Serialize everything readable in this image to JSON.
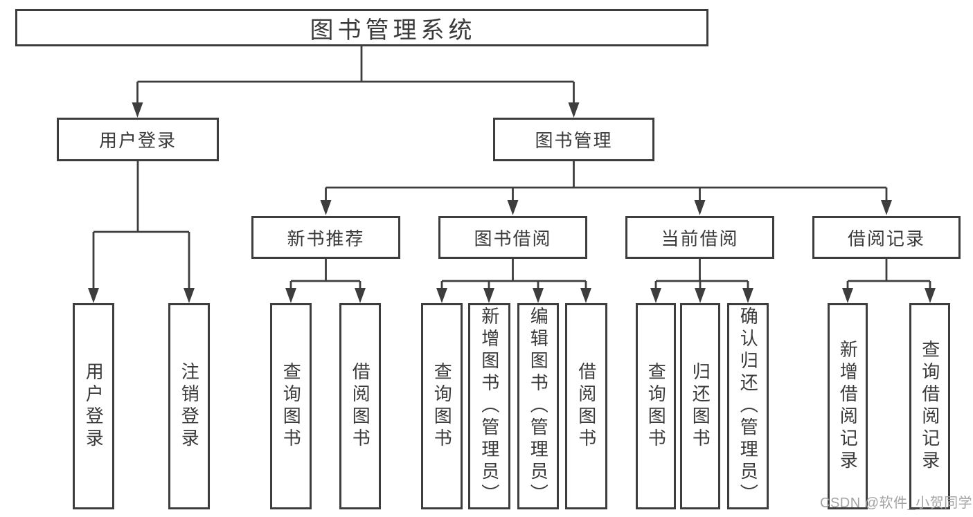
{
  "diagram": {
    "title": "图书管理系统",
    "tree": {
      "root": {
        "label": "图书管理系统"
      },
      "children": [
        {
          "label": "用户登录",
          "children": [
            {
              "label": "用户登录"
            },
            {
              "label": "注销登录"
            }
          ]
        },
        {
          "label": "图书管理",
          "children": [
            {
              "label": "新书推荐",
              "children": [
                {
                  "label": "查询图书"
                },
                {
                  "label": "借阅图书"
                }
              ]
            },
            {
              "label": "图书借阅",
              "children": [
                {
                  "label": "查询图书"
                },
                {
                  "label": "新增图书（管理员）"
                },
                {
                  "label": "编辑图书（管理员）"
                },
                {
                  "label": "借阅图书"
                }
              ]
            },
            {
              "label": "当前借阅",
              "children": [
                {
                  "label": "查询图书"
                },
                {
                  "label": "归还图书"
                },
                {
                  "label": "确认归还（管理员）"
                }
              ]
            },
            {
              "label": "借阅记录",
              "children": [
                {
                  "label": "新增借阅记录"
                },
                {
                  "label": "查询借阅记录"
                }
              ]
            }
          ]
        }
      ]
    },
    "watermark": "CSDN @软件_小贺同学",
    "colors": {
      "line": "#3d3d3d",
      "text": "#3a3a3a",
      "watermark": "#a3a3a3",
      "background": "#ffffff"
    }
  }
}
